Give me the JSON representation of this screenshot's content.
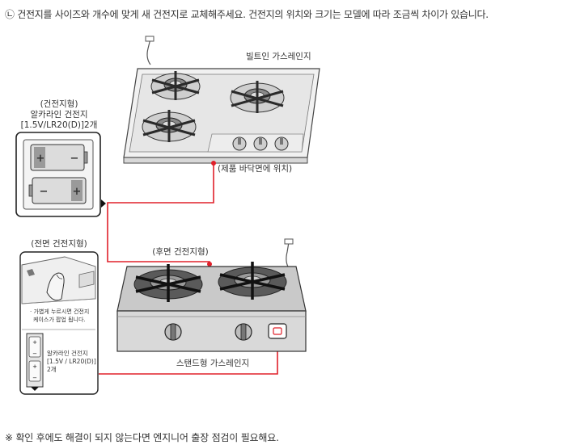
{
  "top_note": "㉡ 건전지를 사이즈와 개수에 맞게 새 건전지로 교체해주세요. 건전지의 위치와 크기는 모델에 따라 조금씩 차이가 있습니다.",
  "bottom_note": "※ 확인 후에도 해결이 되지 않는다면 엔지니어 출장 점검이 필요해요.",
  "builtin": {
    "title": "빌트인 가스레인지",
    "battery_location": "(제품 바닥면에 위치)"
  },
  "battery_box": {
    "type": "(건전지형)",
    "spec_line1": "알카라인 건전지",
    "spec_line2": "[1.5V/LR20(D)]2개",
    "plus": "+",
    "minus": "−"
  },
  "front_box": {
    "title": "(전면 건전지형)",
    "desc_line1": "· 가볍게 누르시면 건전지",
    "desc_line2": "케이스가 팝업 됩니다.",
    "spec_line1": "알카라인 건전지",
    "spec_line2": "[1.5V / LR20(D)]",
    "spec_line3": "2개"
  },
  "stand": {
    "rear_label": "(후면 건전지형)",
    "title": "스탠드형 가스레인지"
  },
  "colors": {
    "connector": "#e0202a"
  }
}
